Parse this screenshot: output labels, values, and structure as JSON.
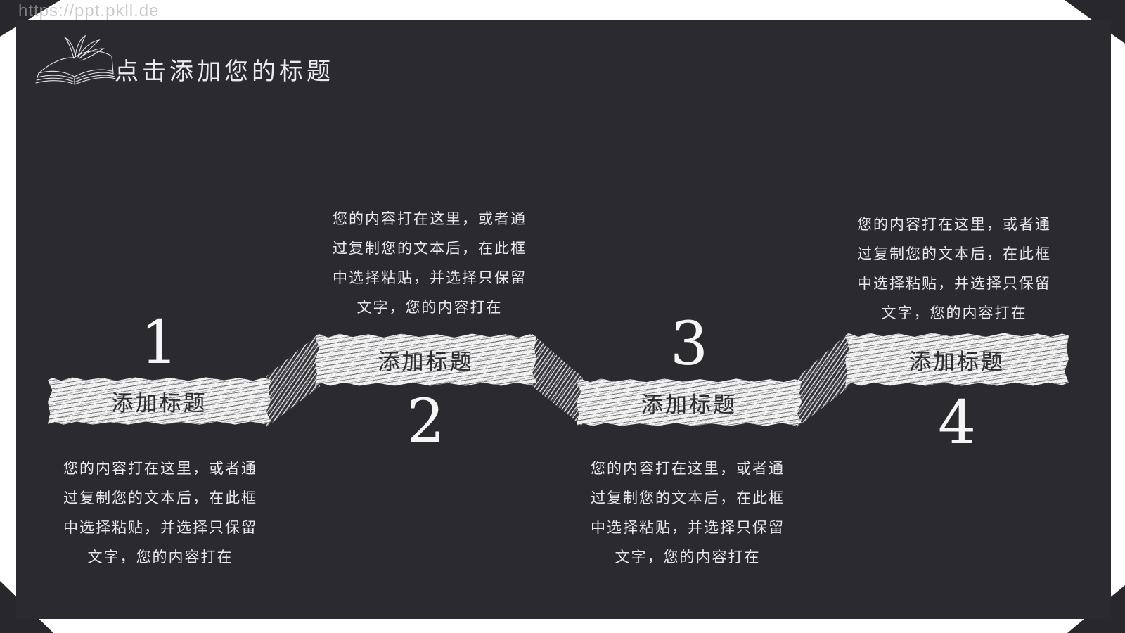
{
  "page": {
    "watermark": "https://ppt.pkll.de"
  },
  "header": {
    "title": "点击添加您的标题",
    "icon": "open-book-icon"
  },
  "steps": [
    {
      "number": "1",
      "label": "添加标题",
      "body": [
        "您的内容打在这里，或者通",
        "过复制您的文本后，在此框",
        "中选择粘贴，并选择只保留",
        "文字，您的内容打在"
      ]
    },
    {
      "number": "2",
      "label": "添加标题",
      "body": [
        "您的内容打在这里，或者通",
        "过复制您的文本后，在此框",
        "中选择粘贴，并选择只保留",
        "文字，您的内容打在"
      ]
    },
    {
      "number": "3",
      "label": "添加标题",
      "body": [
        "您的内容打在这里，或者通",
        "过复制您的文本后，在此框",
        "中选择粘贴，并选择只保留",
        "文字，您的内容打在"
      ]
    },
    {
      "number": "4",
      "label": "添加标题",
      "body": [
        "您的内容打在这里，或者通",
        "过复制您的文本后，在此框",
        "中选择粘贴，并选择只保留",
        "文字，您的内容打在"
      ]
    }
  ],
  "colors": {
    "page_bg": "#ffffff",
    "slide_bg": "#2b2b2f",
    "corner_triangle": "#28282c",
    "ribbon": "#f4f4f5",
    "text_light": "#e9e9eb",
    "text_dark": "#2b2b30",
    "watermark": "#acaeb2"
  }
}
